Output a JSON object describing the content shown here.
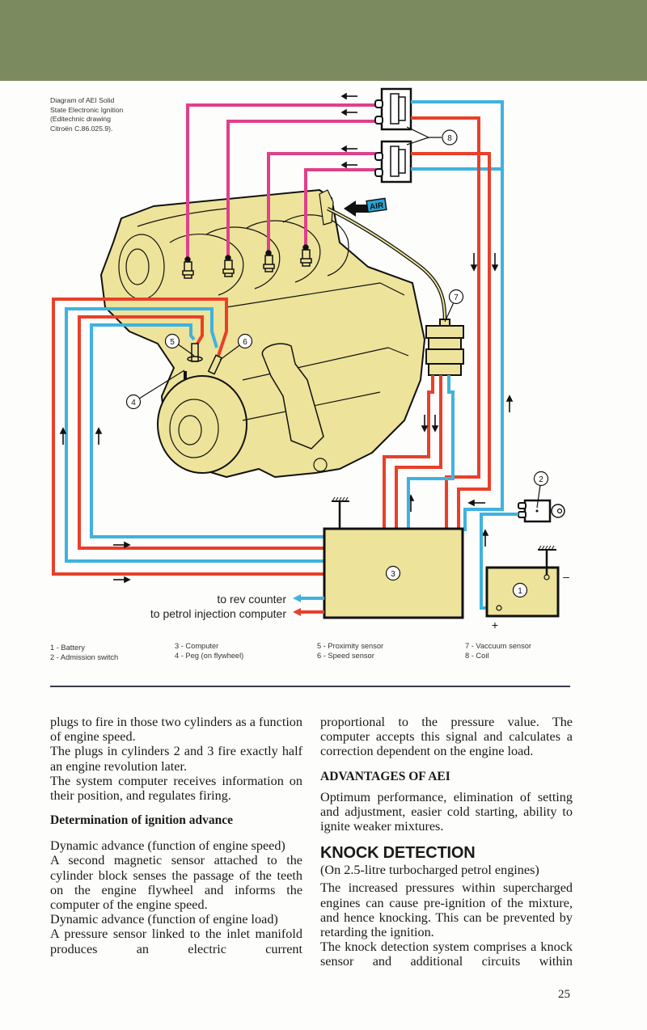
{
  "page": {
    "header_band_color": "#7c8a60",
    "page_number": "25"
  },
  "diagram": {
    "caption_lines": [
      "Diagram of AEI Solid",
      "State Electronic Ignition",
      "(Editechnic drawing",
      "Citroën C.86.025.9)."
    ],
    "air_label": "AIR",
    "callouts": [
      "1",
      "2",
      "3",
      "4",
      "5",
      "6",
      "7",
      "8"
    ],
    "battery_plus": "+",
    "battery_minus": "–",
    "destinations": [
      {
        "label": "to rev counter",
        "wire_color": "#3fb2e0"
      },
      {
        "label": "to petrol injection computer",
        "wire_color": "#e8402a"
      }
    ],
    "colors": {
      "ht_lead": "#e0408a",
      "red_wire": "#e8402a",
      "blue_wire": "#3fb2e0",
      "engine_fill": "#ede39a",
      "unit_fill": "#ede39a",
      "air_badge": "#2aa6d8"
    },
    "legend": [
      [
        "1 - Battery",
        "2 - Admission switch"
      ],
      [
        "3 - Computer",
        "4 - Peg (on flywheel)"
      ],
      [
        "5 - Proximity sensor",
        "6 - Speed sensor"
      ],
      [
        "7 - Vaccuum sensor",
        "8 - Coil"
      ]
    ]
  },
  "article": {
    "left_column": {
      "para1": "plugs to fire in those two cylinders as a function of engine speed.",
      "para2": "The plugs in cylinders 2 and 3 fire exactly half an engine revolution later.",
      "para3": "The system computer receives information on their position, and regulates firing.",
      "heading": "Determination of ignition advance",
      "para4": "Dynamic advance (function of engine speed)",
      "para5": "A second magnetic sensor attached to the cylinder block senses the passage of the teeth on the engine flywheel and informs the computer of the engine speed.",
      "para6": "Dynamic advance (function of engine load)",
      "para7": "A pressure sensor linked to the inlet manifold produces an electric current"
    },
    "right_column": {
      "para1": "proportional to the pressure value. The computer accepts this signal and calculates a correction dependent on the engine load.",
      "heading1": "ADVANTAGES OF AEI",
      "para2": "Optimum performance, elimination of setting and adjustment, easier cold starting, ability to ignite weaker mixtures.",
      "heading2": "KNOCK DETECTION",
      "subtitle": "(On 2.5-litre turbocharged petrol engines)",
      "para3": "The increased pressures within supercharged engines can cause pre-ignition of the mixture, and hence knocking. This can be prevented by retarding the ignition.",
      "para4": "The knock detection system comprises a knock sensor and additional circuits within"
    }
  }
}
